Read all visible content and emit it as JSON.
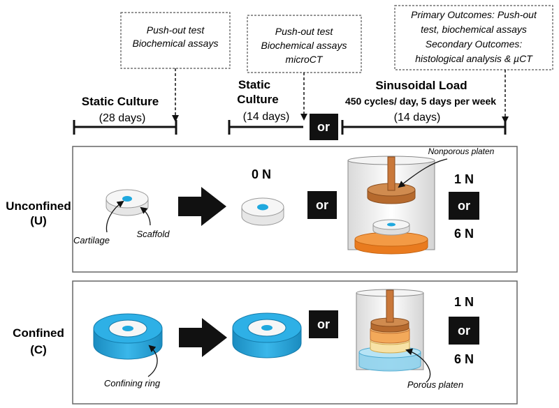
{
  "callouts": {
    "first": {
      "line1": "Push-out test",
      "line2": "Biochemical assays"
    },
    "second": {
      "line1": "Push-out test",
      "line2": "Biochemical assays",
      "line3": "microCT"
    },
    "third": {
      "line1": "Primary Outcomes: Push-out",
      "line2": "test, biochemical assays",
      "line3": "Secondary Outcomes:",
      "line4": "histological analysis & µCT"
    }
  },
  "timeline": {
    "static_culture_label": "Static Culture",
    "static_culture_duration": "(28 days)",
    "static_culture_2_line1": "Static",
    "static_culture_2_line2": "Culture",
    "static_culture_2_duration": "(14 days)",
    "or_label": "or",
    "sinusoidal_label": "Sinusoidal Load",
    "sinusoidal_detail": "450 cycles/ day, 5 days per week",
    "sinusoidal_duration": "(14 days)"
  },
  "unconfined": {
    "row_label_1": "Unconfined",
    "row_label_2": "(U)",
    "cartilage_label": "Cartilage",
    "scaffold_label": "Scaffold",
    "zero_load": "0 N",
    "or_label": "or",
    "platen_label": "Nonporous platen",
    "load_low": "1 N",
    "load_or": "or",
    "load_high": "6 N"
  },
  "confined": {
    "row_label_1": "Confined",
    "row_label_2": "(C)",
    "ring_label": "Confining ring",
    "or_label": "or",
    "platen_label": "Porous platen",
    "load_low": "1 N",
    "load_or": "or",
    "load_high": "6 N"
  },
  "colors": {
    "cyan": "#1fa8de",
    "copper": "#c67a3f",
    "orange": "#f08a2c",
    "black": "#111111"
  }
}
